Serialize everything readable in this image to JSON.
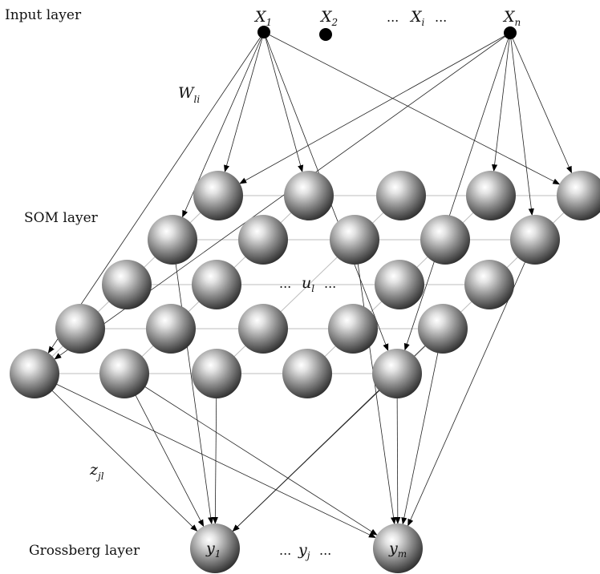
{
  "layers": {
    "input": "Input layer",
    "som": "SOM layer",
    "grossberg": "Grossberg layer"
  },
  "inputs": {
    "x1": {
      "sym": "X",
      "sub": "1"
    },
    "x2": {
      "sym": "X",
      "sub": "2"
    },
    "xi_pre": "...",
    "xi": {
      "sym": "X",
      "sub": "i"
    },
    "xi_post": "...",
    "xn": {
      "sym": "X",
      "sub": "n"
    }
  },
  "weights": {
    "w": {
      "sym": "W",
      "sub": "li"
    },
    "z": {
      "sym": "z",
      "sub": "jl"
    }
  },
  "som": {
    "pre": "...",
    "u": {
      "sym": "u",
      "sub": "l"
    },
    "post": "..."
  },
  "outputs": {
    "y1": {
      "sym": "y",
      "sub": "1"
    },
    "pre": "...",
    "yj": {
      "sym": "y",
      "sub": "j"
    },
    "post": "...",
    "ym": {
      "sym": "y",
      "sub": "m"
    }
  }
}
